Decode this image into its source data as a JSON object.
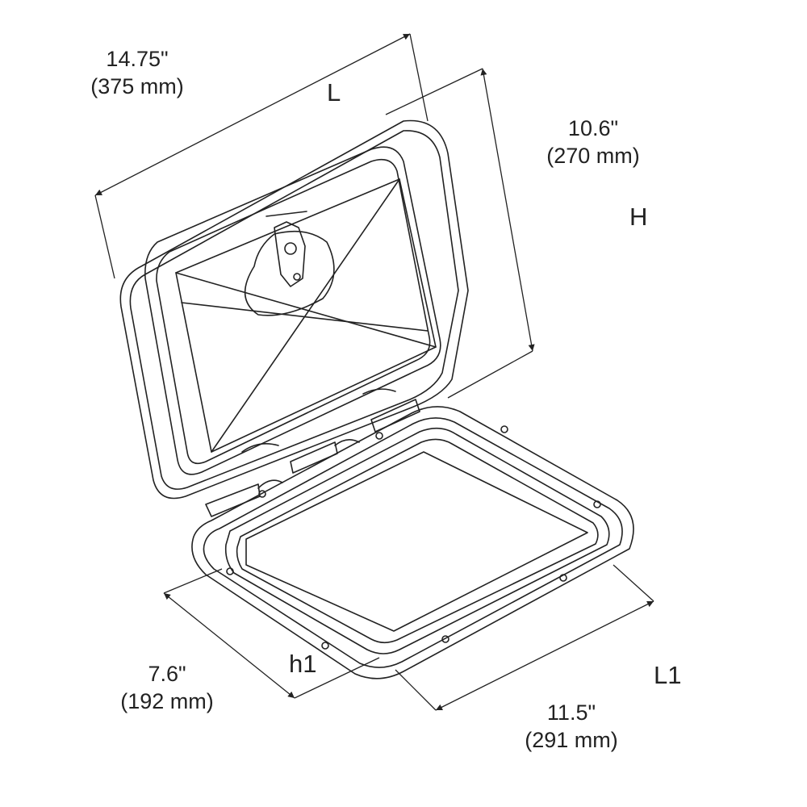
{
  "dimensions": {
    "length": {
      "symbol": "L",
      "inches": "14.75\"",
      "mm": "(375 mm)"
    },
    "height": {
      "symbol": "H",
      "inches": "10.6\"",
      "mm": "(270 mm)"
    },
    "opening_height": {
      "symbol": "h1",
      "inches": "7.6\"",
      "mm": "(192 mm)"
    },
    "opening_length": {
      "symbol": "L1",
      "inches": "11.5\"",
      "mm": "(291 mm)"
    }
  },
  "colors": {
    "line": "#222222",
    "background": "#ffffff"
  }
}
